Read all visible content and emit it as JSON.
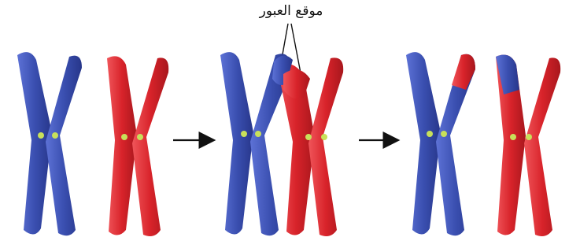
{
  "label": {
    "text": "موقع العبور"
  },
  "colors": {
    "blue_chromosome": "#3a4fb0",
    "blue_chromosome_dark": "#27368a",
    "red_chromosome": "#d8232a",
    "red_chromosome_dark": "#a8171d",
    "centromere": "#c8e05a",
    "arrow": "#111111",
    "background": "#ffffff"
  },
  "stages": [
    {
      "name": "before-crossing-over",
      "chromosomes": [
        "blue",
        "red"
      ]
    },
    {
      "name": "during-crossing-over",
      "chromosomes": [
        "blue",
        "red"
      ]
    },
    {
      "name": "after-crossing-over",
      "chromosomes": [
        "blue-with-red-segment",
        "red-with-blue-segment"
      ]
    }
  ]
}
